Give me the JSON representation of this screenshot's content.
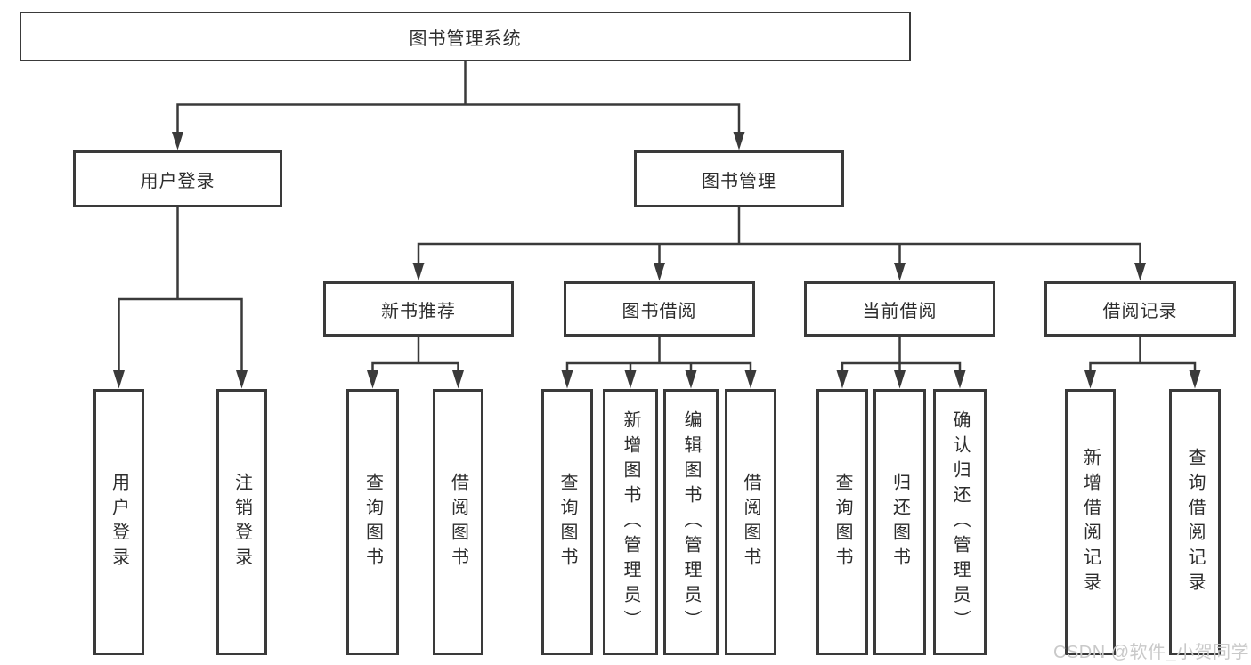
{
  "tree": {
    "label": "图书管理系统",
    "children": [
      {
        "label": "用户登录",
        "children": [
          {
            "label": "用户登录"
          },
          {
            "label": "注销登录"
          }
        ]
      },
      {
        "label": "图书管理",
        "children": [
          {
            "label": "新书推荐",
            "children": [
              {
                "label": "查询图书"
              },
              {
                "label": "借阅图书"
              }
            ]
          },
          {
            "label": "图书借阅",
            "children": [
              {
                "label": "查询图书"
              },
              {
                "label": "新增图书（管理员）"
              },
              {
                "label": "编辑图书（管理员）"
              },
              {
                "label": "借阅图书"
              }
            ]
          },
          {
            "label": "当前借阅",
            "children": [
              {
                "label": "查询图书"
              },
              {
                "label": "归还图书"
              },
              {
                "label": "确认归还（管理员）"
              }
            ]
          },
          {
            "label": "借阅记录",
            "children": [
              {
                "label": "新增借阅记录"
              },
              {
                "label": "查询借阅记录"
              }
            ]
          }
        ]
      }
    ]
  },
  "watermark": {
    "text": "CSDN @软件_小贺同学"
  },
  "colors": {
    "line": "#3a3a3a",
    "box_border": "#3a3a3a",
    "text": "#2d2d2d",
    "watermark": "#c9c9c9",
    "background": "#ffffff"
  }
}
